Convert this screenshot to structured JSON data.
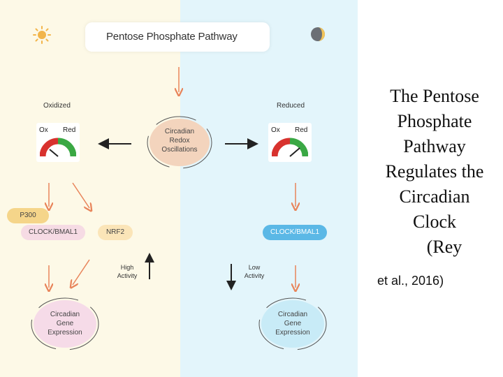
{
  "diagram": {
    "title": "Pentose Phosphate Pathway",
    "left_state": "Oxidized",
    "right_state": "Reduced",
    "gauge_ox": "Ox",
    "gauge_red": "Red",
    "center_node": [
      "Circadian",
      "Redox",
      "Oscillations"
    ],
    "left_nodes": {
      "p300": "P300",
      "clock_bmal1": "CLOCK/BMAL1",
      "nrf2": "NRF2"
    },
    "right_nodes": {
      "clock_bmal1": "CLOCK/BMAL1"
    },
    "high_activity": [
      "High",
      "Activity"
    ],
    "low_activity": [
      "Low",
      "Activity"
    ],
    "gene_expression": [
      "Circadian",
      "Gene",
      "Expression"
    ],
    "icons": {
      "sun": "sun-icon",
      "moon": "moon-icon"
    },
    "colors": {
      "left_bg": "#fdf9e7",
      "right_bg": "#e3f5fb",
      "arrow_orange": "#e8845a",
      "center_fill": "#f3d4bd",
      "left_gene_fill": "#f6dbe8",
      "right_gene_fill": "#c8ebf7",
      "clock_right_fill": "#5bb8e6",
      "p300_fill": "#f5d58a",
      "nrf2_fill": "#fbe5b8"
    }
  },
  "caption": {
    "line1": "The Pentose",
    "line2": "Phosphate",
    "line3": "Pathway",
    "line4": "Regulates the",
    "line5": "Circadian",
    "line6": "Clock",
    "line7": "(Rey",
    "line8": "et al., 2016)"
  }
}
